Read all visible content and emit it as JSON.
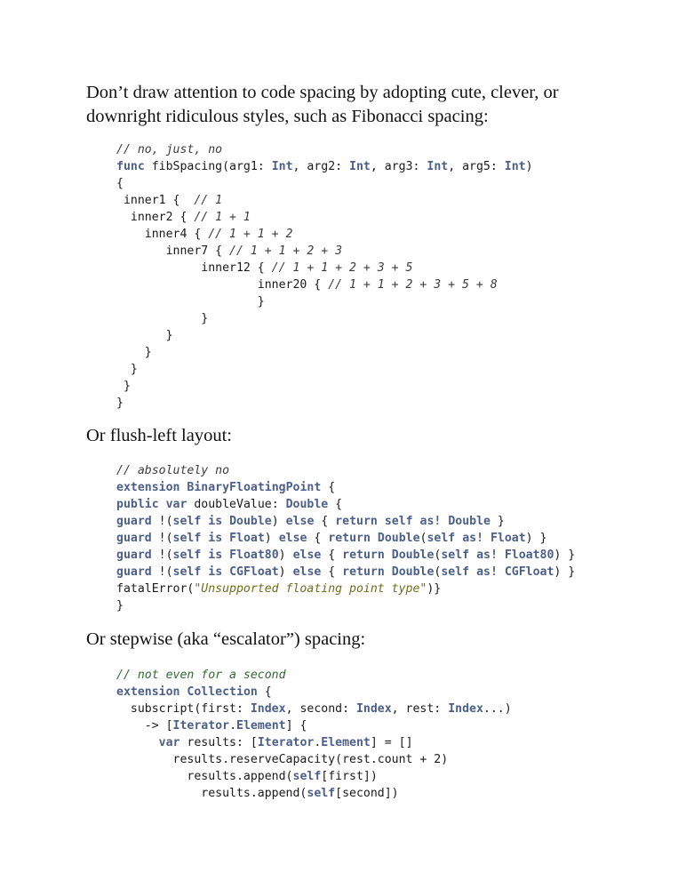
{
  "paragraphs": {
    "p1": "Don’t draw attention to code spacing by adopting cute, clever, or downright ridiculous styles, such as Fibonacci spacing:",
    "p2": "Or flush-left layout:",
    "p3": "Or stepwise (aka “escalator”) spacing:"
  },
  "colors": {
    "keyword": "#4b5f8a",
    "comment_green": "#2f6b2f",
    "string": "#6d6d1e"
  },
  "code_blocks": {
    "fibonacci": [
      [
        {
          "t": "// no, just, no",
          "c": "cm"
        }
      ],
      [
        {
          "t": "func",
          "c": "kw"
        },
        {
          "t": " fibSpacing(arg1: "
        },
        {
          "t": "Int",
          "c": "ty"
        },
        {
          "t": ", arg2: "
        },
        {
          "t": "Int",
          "c": "ty"
        },
        {
          "t": ", arg3: "
        },
        {
          "t": "Int",
          "c": "ty"
        },
        {
          "t": ", arg5: "
        },
        {
          "t": "Int",
          "c": "ty"
        },
        {
          "t": ")"
        }
      ],
      [
        {
          "t": "{"
        }
      ],
      [
        {
          "t": " inner1 {  "
        },
        {
          "t": "// 1",
          "c": "cm"
        }
      ],
      [
        {
          "t": "  inner2 { "
        },
        {
          "t": "// 1 + 1",
          "c": "cm"
        }
      ],
      [
        {
          "t": "    inner4 { "
        },
        {
          "t": "// 1 + 1 + 2",
          "c": "cm"
        }
      ],
      [
        {
          "t": "       inner7 { "
        },
        {
          "t": "// 1 + 1 + 2 + 3",
          "c": "cm"
        }
      ],
      [
        {
          "t": "            inner12 { "
        },
        {
          "t": "// 1 + 1 + 2 + 3 + 5",
          "c": "cm"
        }
      ],
      [
        {
          "t": "                    inner20 { "
        },
        {
          "t": "// 1 + 1 + 2 + 3 + 5 + 8",
          "c": "cm"
        }
      ],
      [
        {
          "t": "                    }"
        }
      ],
      [
        {
          "t": "            }"
        }
      ],
      [
        {
          "t": "       }"
        }
      ],
      [
        {
          "t": "    }"
        }
      ],
      [
        {
          "t": "  }"
        }
      ],
      [
        {
          "t": " }"
        }
      ],
      [
        {
          "t": "}"
        }
      ]
    ],
    "flush_left": [
      [
        {
          "t": "// absolutely no",
          "c": "cm"
        }
      ],
      [
        {
          "t": "extension",
          "c": "kw"
        },
        {
          "t": " "
        },
        {
          "t": "BinaryFloatingPoint",
          "c": "ty"
        },
        {
          "t": " {"
        }
      ],
      [
        {
          "t": "public",
          "c": "kw"
        },
        {
          "t": " "
        },
        {
          "t": "var",
          "c": "kw"
        },
        {
          "t": " doubleValue: "
        },
        {
          "t": "Double",
          "c": "ty"
        },
        {
          "t": " {"
        }
      ],
      [
        {
          "t": "guard",
          "c": "kw"
        },
        {
          "t": " !("
        },
        {
          "t": "self",
          "c": "kw"
        },
        {
          "t": " "
        },
        {
          "t": "is",
          "c": "kw"
        },
        {
          "t": " "
        },
        {
          "t": "Double",
          "c": "ty"
        },
        {
          "t": ") "
        },
        {
          "t": "else",
          "c": "kw"
        },
        {
          "t": " { "
        },
        {
          "t": "return",
          "c": "kw"
        },
        {
          "t": " "
        },
        {
          "t": "self",
          "c": "kw"
        },
        {
          "t": " "
        },
        {
          "t": "as!",
          "c": "kw"
        },
        {
          "t": " "
        },
        {
          "t": "Double",
          "c": "ty"
        },
        {
          "t": " }"
        }
      ],
      [
        {
          "t": "guard",
          "c": "kw"
        },
        {
          "t": " !("
        },
        {
          "t": "self",
          "c": "kw"
        },
        {
          "t": " "
        },
        {
          "t": "is",
          "c": "kw"
        },
        {
          "t": " "
        },
        {
          "t": "Float",
          "c": "ty"
        },
        {
          "t": ") "
        },
        {
          "t": "else",
          "c": "kw"
        },
        {
          "t": " { "
        },
        {
          "t": "return",
          "c": "kw"
        },
        {
          "t": " "
        },
        {
          "t": "Double",
          "c": "ty"
        },
        {
          "t": "("
        },
        {
          "t": "self",
          "c": "kw"
        },
        {
          "t": " "
        },
        {
          "t": "as!",
          "c": "kw"
        },
        {
          "t": " "
        },
        {
          "t": "Float",
          "c": "ty"
        },
        {
          "t": ") }"
        }
      ],
      [
        {
          "t": "guard",
          "c": "kw"
        },
        {
          "t": " !("
        },
        {
          "t": "self",
          "c": "kw"
        },
        {
          "t": " "
        },
        {
          "t": "is",
          "c": "kw"
        },
        {
          "t": " "
        },
        {
          "t": "Float80",
          "c": "ty"
        },
        {
          "t": ") "
        },
        {
          "t": "else",
          "c": "kw"
        },
        {
          "t": " { "
        },
        {
          "t": "return",
          "c": "kw"
        },
        {
          "t": " "
        },
        {
          "t": "Double",
          "c": "ty"
        },
        {
          "t": "("
        },
        {
          "t": "self",
          "c": "kw"
        },
        {
          "t": " "
        },
        {
          "t": "as!",
          "c": "kw"
        },
        {
          "t": " "
        },
        {
          "t": "Float80",
          "c": "ty"
        },
        {
          "t": ") }"
        }
      ],
      [
        {
          "t": "guard",
          "c": "kw"
        },
        {
          "t": " !("
        },
        {
          "t": "self",
          "c": "kw"
        },
        {
          "t": " "
        },
        {
          "t": "is",
          "c": "kw"
        },
        {
          "t": " "
        },
        {
          "t": "CGFloat",
          "c": "ty"
        },
        {
          "t": ") "
        },
        {
          "t": "else",
          "c": "kw"
        },
        {
          "t": " { "
        },
        {
          "t": "return",
          "c": "kw"
        },
        {
          "t": " "
        },
        {
          "t": "Double",
          "c": "ty"
        },
        {
          "t": "("
        },
        {
          "t": "self",
          "c": "kw"
        },
        {
          "t": " "
        },
        {
          "t": "as!",
          "c": "kw"
        },
        {
          "t": " "
        },
        {
          "t": "CGFloat",
          "c": "ty"
        },
        {
          "t": ") }"
        }
      ],
      [
        {
          "t": "fatalError("
        },
        {
          "t": "\"Unsupported floating point type\"",
          "c": "st"
        },
        {
          "t": ")}"
        }
      ],
      [
        {
          "t": "}"
        }
      ]
    ],
    "escalator": [
      [
        {
          "t": "// not even for a second",
          "c": "cm-green"
        }
      ],
      [
        {
          "t": "extension",
          "c": "kw"
        },
        {
          "t": " "
        },
        {
          "t": "Collection",
          "c": "ty"
        },
        {
          "t": " {"
        }
      ],
      [
        {
          "t": "  subscript(first: "
        },
        {
          "t": "Index",
          "c": "ty"
        },
        {
          "t": ", second: "
        },
        {
          "t": "Index",
          "c": "ty"
        },
        {
          "t": ", rest: "
        },
        {
          "t": "Index",
          "c": "ty"
        },
        {
          "t": "...)"
        }
      ],
      [
        {
          "t": "    -> ["
        },
        {
          "t": "Iterator",
          "c": "ty"
        },
        {
          "t": "."
        },
        {
          "t": "Element",
          "c": "ty"
        },
        {
          "t": "] {"
        }
      ],
      [
        {
          "t": "      "
        },
        {
          "t": "var",
          "c": "kw"
        },
        {
          "t": " results: ["
        },
        {
          "t": "Iterator",
          "c": "ty"
        },
        {
          "t": "."
        },
        {
          "t": "Element",
          "c": "ty"
        },
        {
          "t": "] = []"
        }
      ],
      [
        {
          "t": "        results.reserveCapacity(rest.count + 2)"
        }
      ],
      [
        {
          "t": "          results.append("
        },
        {
          "t": "self",
          "c": "kw"
        },
        {
          "t": "[first])"
        }
      ],
      [
        {
          "t": "            results.append("
        },
        {
          "t": "self",
          "c": "kw"
        },
        {
          "t": "[second])"
        }
      ]
    ]
  }
}
